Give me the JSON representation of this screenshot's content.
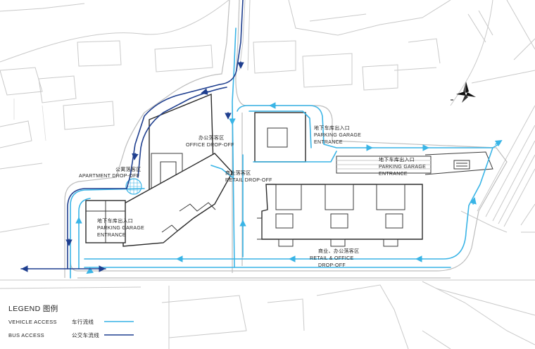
{
  "colors": {
    "vehicle": "#39b4e6",
    "bus": "#1f3f8f",
    "building": "#2a2a2a",
    "context": "#c9c9c9"
  },
  "labels": {
    "office_dropoff_cn": "办公落客区",
    "office_dropoff_en": "OFFICE DROP-OFF",
    "apartment_dropoff_cn": "公寓落客区",
    "apartment_dropoff_en": "APARTMENT DROP-OFF",
    "retail_dropoff_cn": "商业落客区",
    "retail_dropoff_en": "RETAIL DROP-OFF",
    "parking_ne_cn": "地下车库出入口",
    "parking_ne_en1": "PARKING GARAGE",
    "parking_ne_en2": "ENTRANCE",
    "parking_e_cn": "地下车库出入口",
    "parking_e_en1": "PARKING GARAGE",
    "parking_e_en2": "ENTRANCE",
    "parking_w_cn": "地下车库出入口",
    "parking_w_en1": "PARKING GARAGE",
    "parking_w_en2": "ENTRANCE",
    "retail_office_cn": "商业、办公落客区",
    "retail_office_en1": "RETAIL & OFFICE",
    "retail_office_en2": "DROP-OFF"
  },
  "legend": {
    "title": "LEGEND 图例",
    "items": [
      {
        "label_en": "VEHICLE ACCESS",
        "label_cn": "车行流线",
        "color": "#39b4e6"
      },
      {
        "label_en": "BUS ACCESS",
        "label_cn": "公交车流线",
        "color": "#1f3f8f"
      }
    ]
  },
  "icons": [
    "north-arrow-icon",
    "direction-arrow-icon"
  ]
}
